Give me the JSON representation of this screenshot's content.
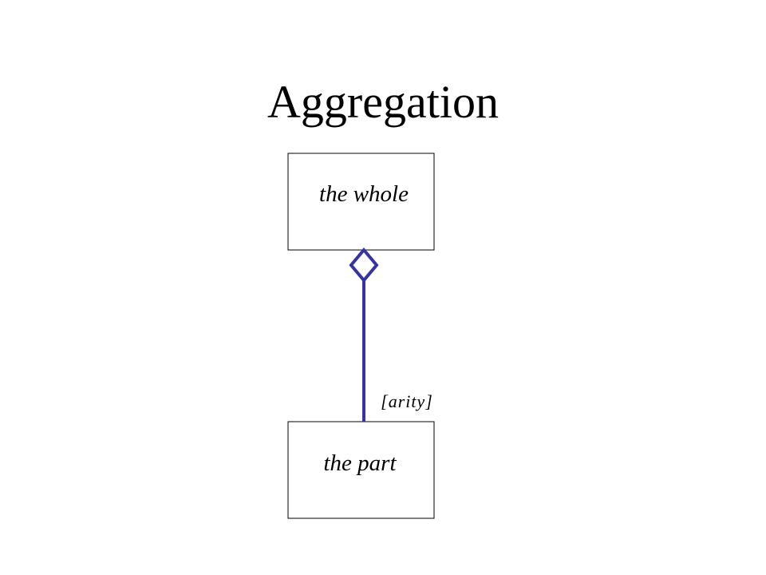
{
  "slide": {
    "title": "Aggregation"
  },
  "diagram": {
    "whole_label": "the whole",
    "part_label": "the part",
    "arity_label": "[arity]",
    "connector_color": "#3333aa",
    "box_border_color": "#000000"
  }
}
